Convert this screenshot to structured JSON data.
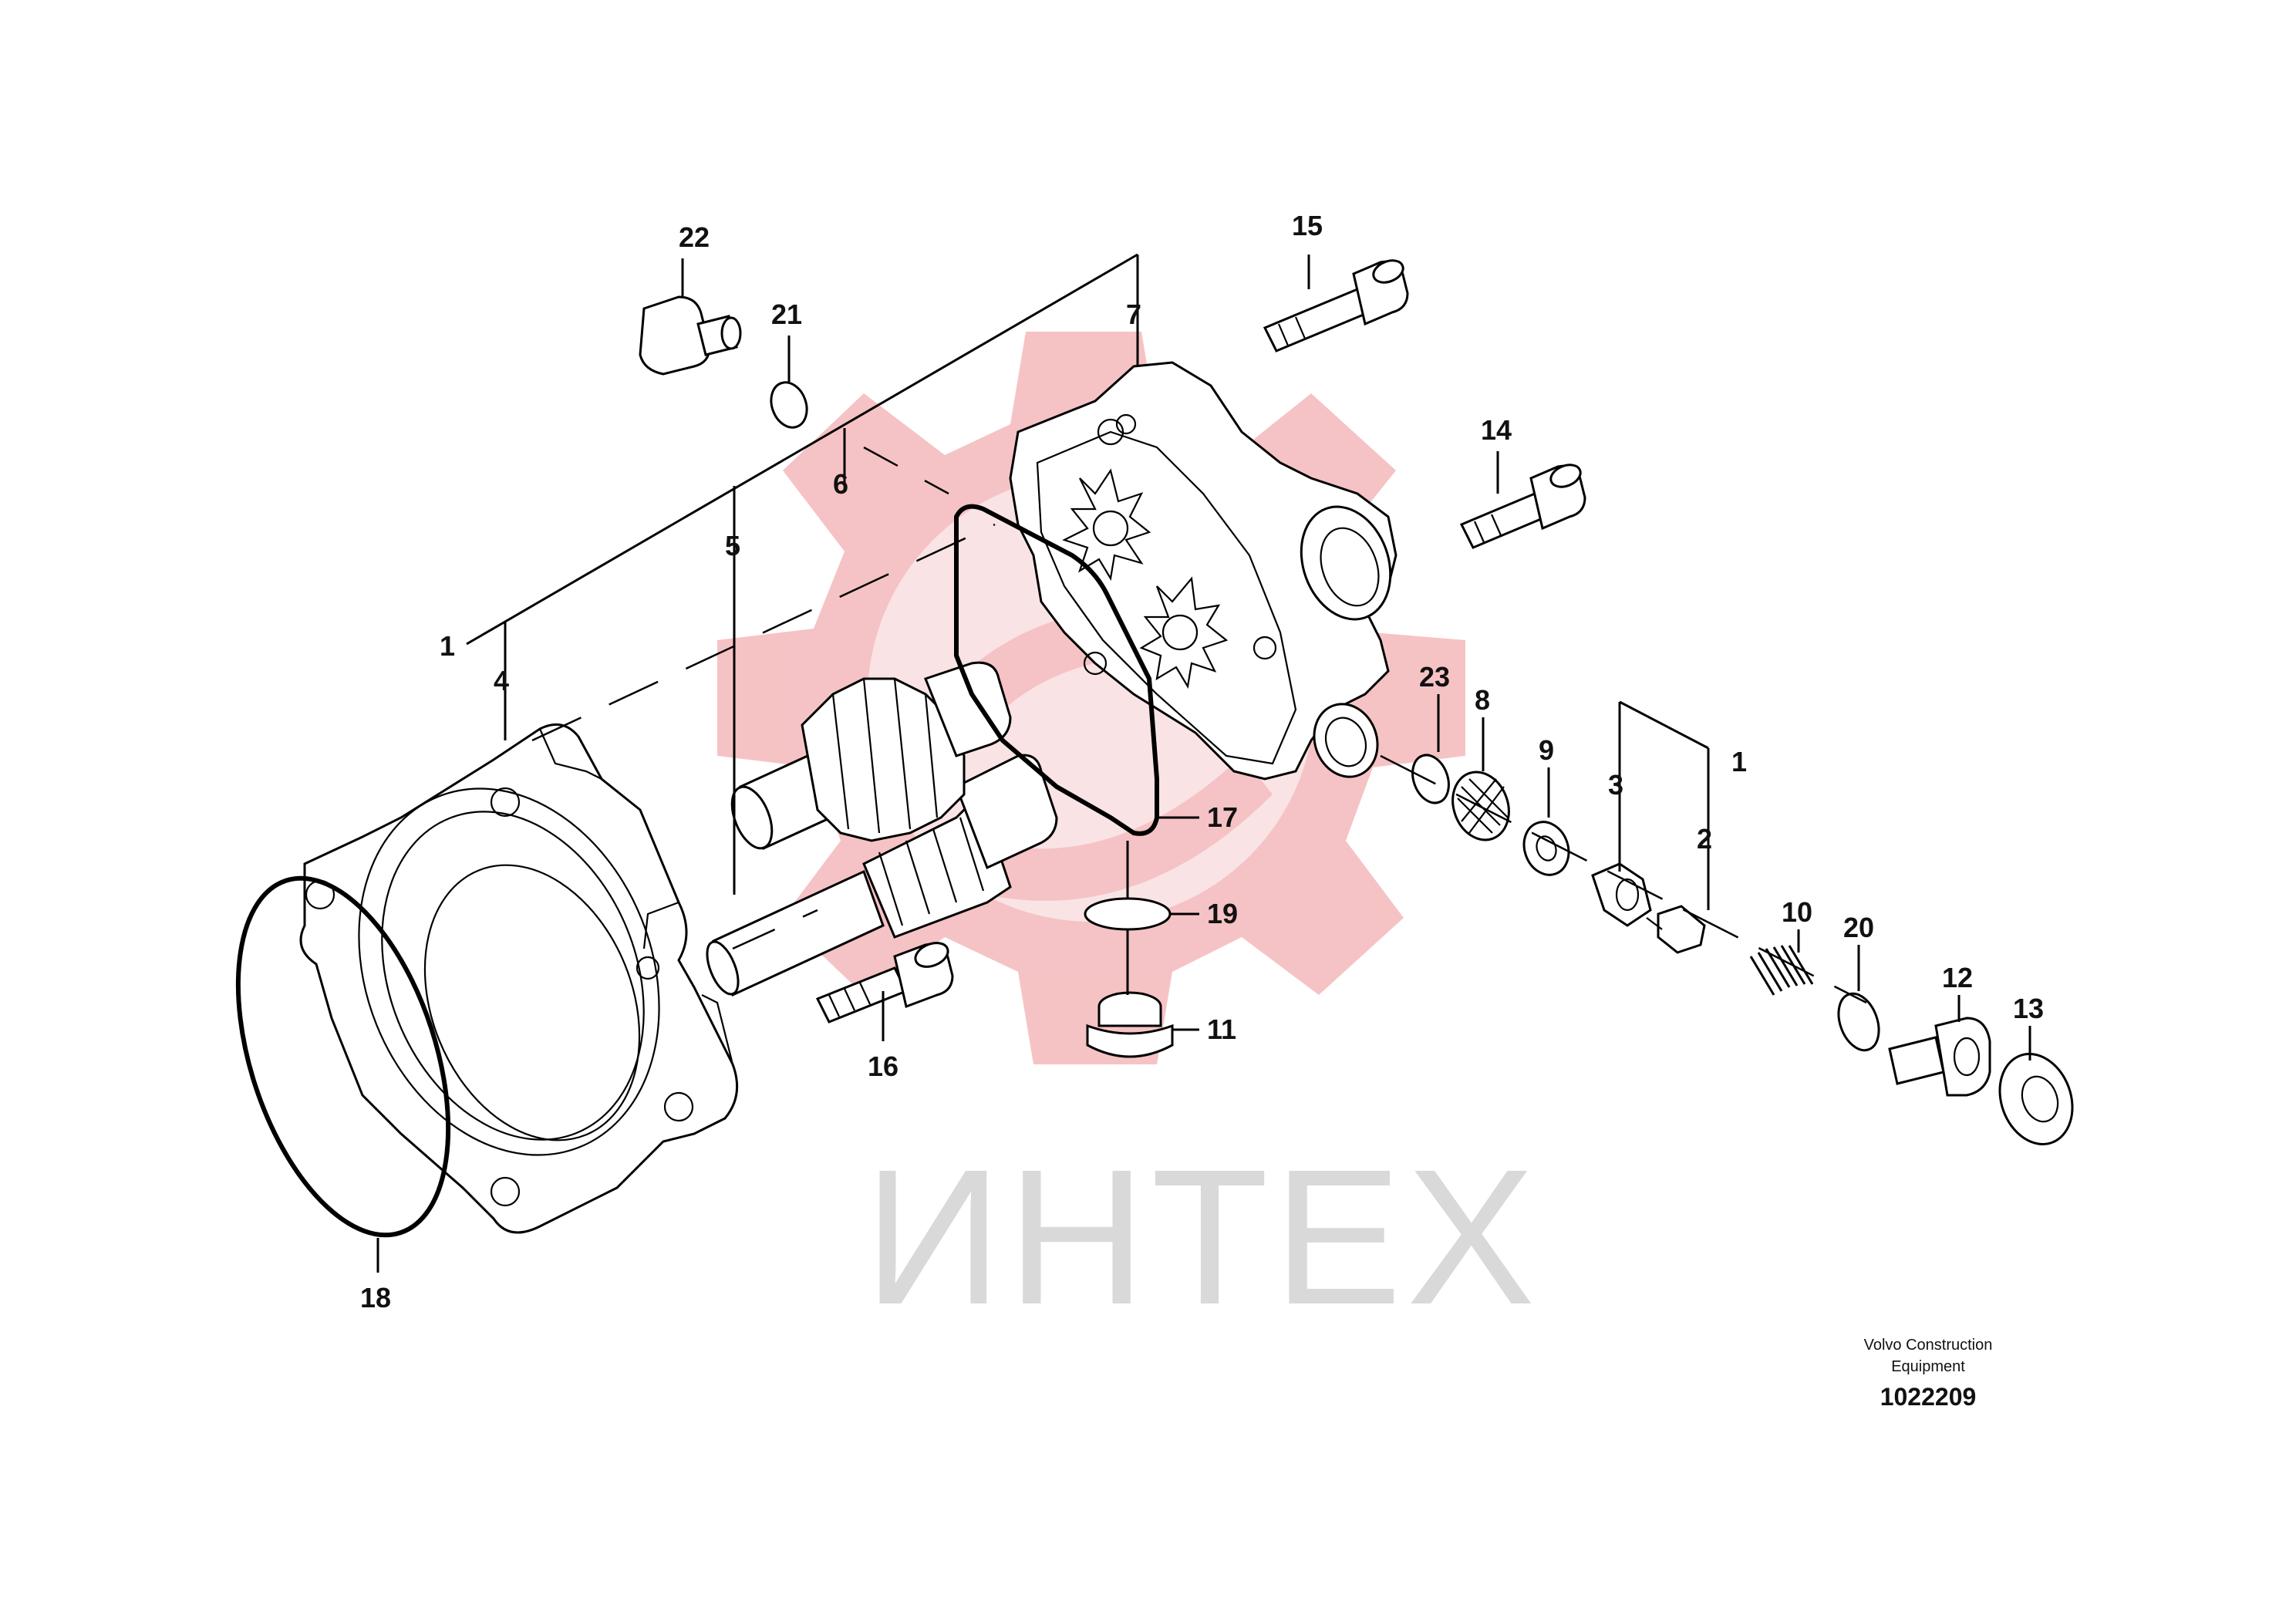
{
  "diagram": {
    "callouts": {
      "c1": "1",
      "c1b": "1",
      "c2": "2",
      "c3": "3",
      "c4": "4",
      "c5": "5",
      "c6": "6",
      "c7": "7",
      "c8": "8",
      "c9": "9",
      "c10": "10",
      "c11": "11",
      "c12": "12",
      "c13": "13",
      "c14": "14",
      "c15": "15",
      "c16": "16",
      "c17": "17",
      "c18": "18",
      "c19": "19",
      "c20": "20",
      "c21": "21",
      "c22": "22",
      "c23": "23"
    },
    "caption_line1": "Volvo Construction",
    "caption_line2": "Equipment",
    "document_number": "1022209"
  },
  "watermark": {
    "text": "ИНТЕХ",
    "gear_color": "#f4b9bb",
    "text_color": "#d9d9d9"
  }
}
